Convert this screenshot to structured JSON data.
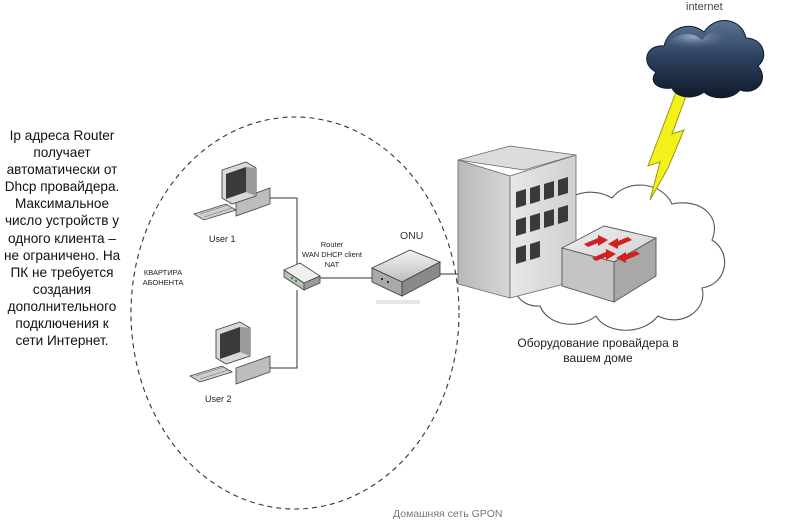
{
  "description": {
    "lines": [
      "Ip адреса Router",
      "получает",
      "автоматически от",
      "Dhcp провайдера.",
      "Максимальное",
      "число устройств у",
      "одного клиента –",
      "не ограничено. На",
      "ПК не требуется",
      "создания",
      "дополнительного",
      "подключения к",
      "сети Интернет."
    ]
  },
  "labels": {
    "internet": "internet",
    "user1": "User 1",
    "user2": "User 2",
    "router": [
      "Router",
      "WAN DHCP client",
      "NAT"
    ],
    "onu": "ONU",
    "apartment": [
      "КВАРТИРА",
      "АБОНЕНТА"
    ],
    "provider_equipment": [
      "Оборудование провайдера в",
      "вашем доме"
    ]
  },
  "caption": "Домашняя сеть GPON",
  "icons": {
    "cloud": "storm-cloud-icon",
    "lightning": "lightning-bolt-icon",
    "building": "building-icon",
    "switch": "network-switch-icon",
    "computer": "desktop-computer-icon",
    "router": "router-icon",
    "onu": "onu-device-icon"
  },
  "colors": {
    "cloud": "#2b3f5c",
    "lightning": "#f2f21a",
    "switch_arrows": "#d02020",
    "building": "#c4c4c4"
  }
}
